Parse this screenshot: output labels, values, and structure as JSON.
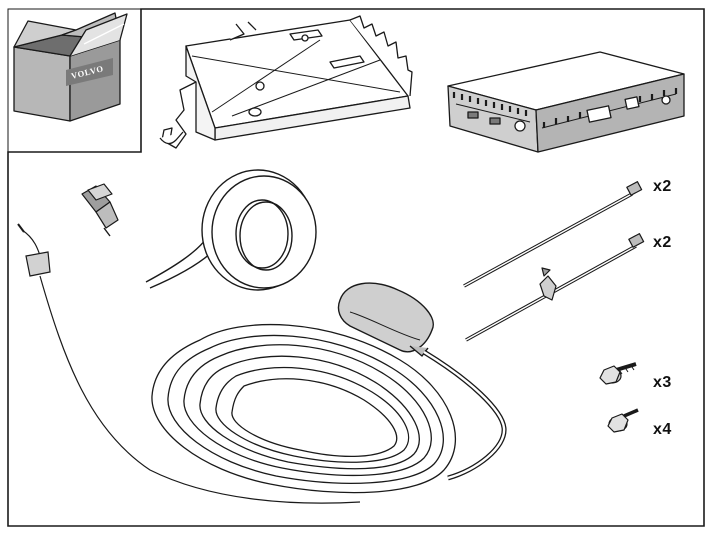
{
  "box_logo_text": "VOLVO",
  "quantities": {
    "cable_tie_plain": "x2",
    "cable_tie_clip": "x2",
    "screw_large": "x3",
    "screw_small": "x4"
  },
  "colors": {
    "line": "#1a1a1a",
    "grey_fill": "#cfcfcf",
    "dark_fill": "#8e8e8e",
    "background": "#ffffff"
  }
}
